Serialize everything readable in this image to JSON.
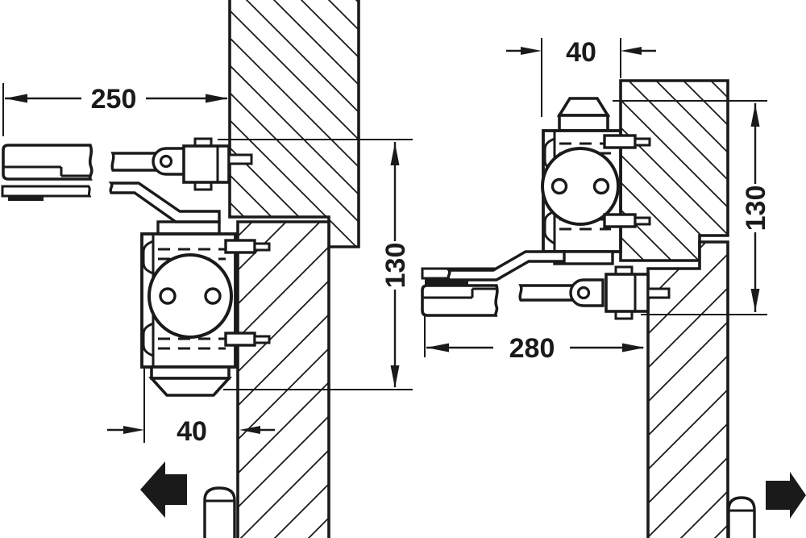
{
  "drawing": {
    "background": "#ffffff",
    "line_color": "#1a1a1a",
    "views": {
      "left": {
        "dims": {
          "top_width": "250",
          "side_height": "130",
          "bottom_offset": "40"
        },
        "swing_arrow_direction": "left"
      },
      "right": {
        "dims": {
          "top_offset": "40",
          "side_height": "130",
          "bottom_width": "280"
        },
        "swing_arrow_direction": "right"
      }
    }
  }
}
